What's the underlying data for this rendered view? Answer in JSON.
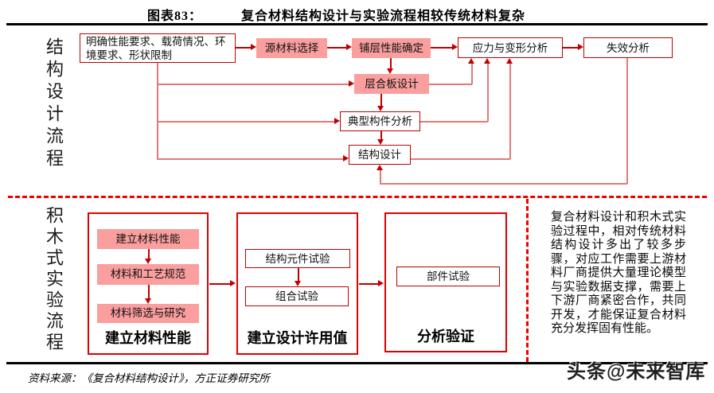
{
  "header": {
    "fig_label": "图表83：",
    "title": "复合材料结构设计与实验流程相较传统材料复杂"
  },
  "colors": {
    "box_border_red": "#c00000",
    "pink_fill": "#fa9e9e",
    "big_box_border": "#e00000",
    "dashed_red": "#f20000",
    "line_light_red": "#e07a7a"
  },
  "sections": {
    "top_side_label": "结构设计流程",
    "bottom_side_label": "积木式实验流程"
  },
  "flow_top": {
    "requirements": "明确性能要求、载荷情况、环境要求、形状限制",
    "source_material": "源材料选择",
    "ply_performance": "铺层性能确定",
    "stress_analysis": "应力与变形分析",
    "failure_analysis": "失效分析",
    "laminate_design": "层合板设计",
    "typical_component": "典型构件分析",
    "structure_design": "结构设计"
  },
  "flow_bottom": {
    "stage1": {
      "title": "建立材料性能",
      "steps": [
        "建立材料性能",
        "材料和工艺规范",
        "材料筛选与研究"
      ]
    },
    "stage2": {
      "title": "建立设计许用值",
      "steps": [
        "结构元件试验",
        "组合试验"
      ]
    },
    "stage3": {
      "title": "分析验证",
      "steps": [
        "部件试验"
      ]
    }
  },
  "note": "复合材料设计和积木式实验过程中，相对传统材料结构设计多出了较多步骤，对应工作需要上游材料厂商提供大量理论模型与实验数据支撑，需要上下游厂商紧密合作，共同开发，才能保证复合材料充分发挥固有性能。",
  "footer": {
    "source": "资料来源：《复合材料结构设计》，方正证券研究所",
    "watermark": "头条@未来智库"
  }
}
